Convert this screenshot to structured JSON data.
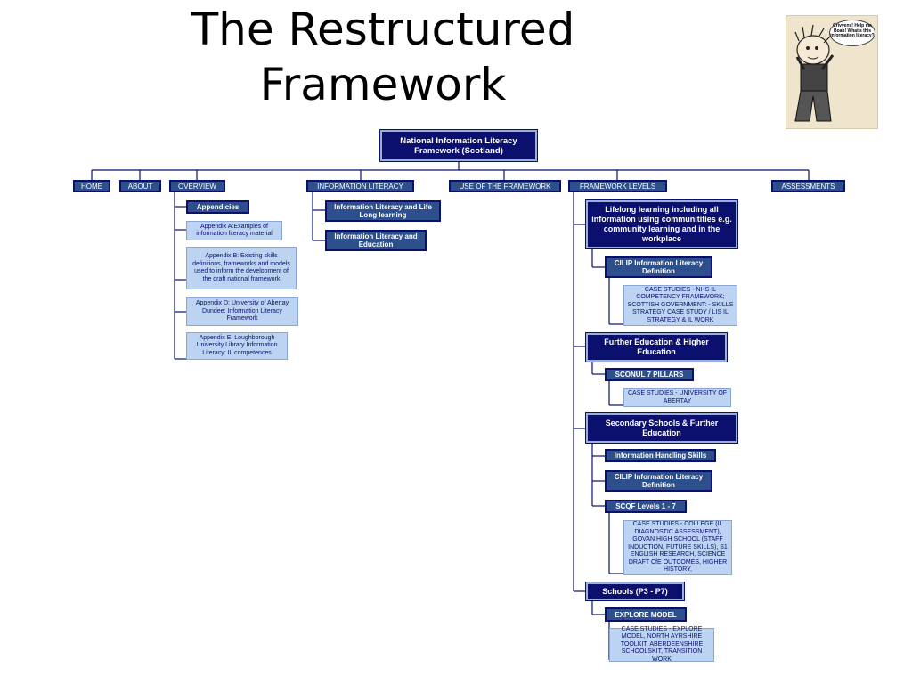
{
  "title_line1": "The Restructured",
  "title_line2": "Framework",
  "cartoon_bubble": "Crivvens! Help ma Boab! What's this information literacy?",
  "root": "National Information Literacy Framework (Scotland)",
  "nav": [
    "HOME",
    "ABOUT",
    "OVERVIEW",
    "INFORMATION LITERACY",
    "USE OF THE FRAMEWORK",
    "FRAMEWORK LEVELS",
    "ASSESSMENTS"
  ],
  "overview": {
    "appendicies": "Appendicies",
    "items": [
      "Appendix A:Examples of information literacy material",
      "Appendix B: Existing skills definitions, frameworks and models used to inform the development of the draft national framework",
      "Appendix D: University of Abertay Dundee: Information Literacy Framework",
      "Appendix E: Loughborough University Library Information Literacy: IL competences"
    ]
  },
  "info_literacy": [
    "Information Literacy and Life Long learning",
    "Information Literacy and Education"
  ],
  "levels": {
    "lifelong": "Lifelong learning including all information using communitities e.g. community learning and in the workplace",
    "cilip1": "CILIP Information Literacy Definition",
    "case1": "CASE STUDIES - NHS IL COMPETENCY FRAMEWORK;  SCOTTISH GOVERNMENT: - SKILLS STRATEGY CASE STUDY  / LIS IL STRATEGY & IL WORK",
    "fehe": "Further Education & Higher Education",
    "sconul": "SCONUL 7 PILLARS",
    "case2": "CASE STUDIES - UNIVERSITY OF ABERTAY",
    "secondary": "Secondary Schools & Further Education",
    "ihs": "Information Handling Skills",
    "cilip2": "CILIP Information Literacy Definition",
    "scqf": "SCQF Levels  1 - 7",
    "case3": "CASE STUDIES -  COLLEGE (IL DIAGNOSTIC ASSESSMENT), GOVAN HIGH SCHOOL (STAFF INDUCTION, FUTURE SKILLS),  S1 ENGLISH RESEARCH,  SCIENCE DRAFT CfE OUTCOMES, HIGHER HISTORY,",
    "schools": "Schools (P3 - P7)",
    "explore": "EXPLORE MODEL",
    "case4": "CASE STUDIES - EXPLORE MODEL, NORTH AYRSHIRE TOOLKIT, ABERDEENSHIRE SCHOOLSKIT, TRANSITION WORK"
  }
}
